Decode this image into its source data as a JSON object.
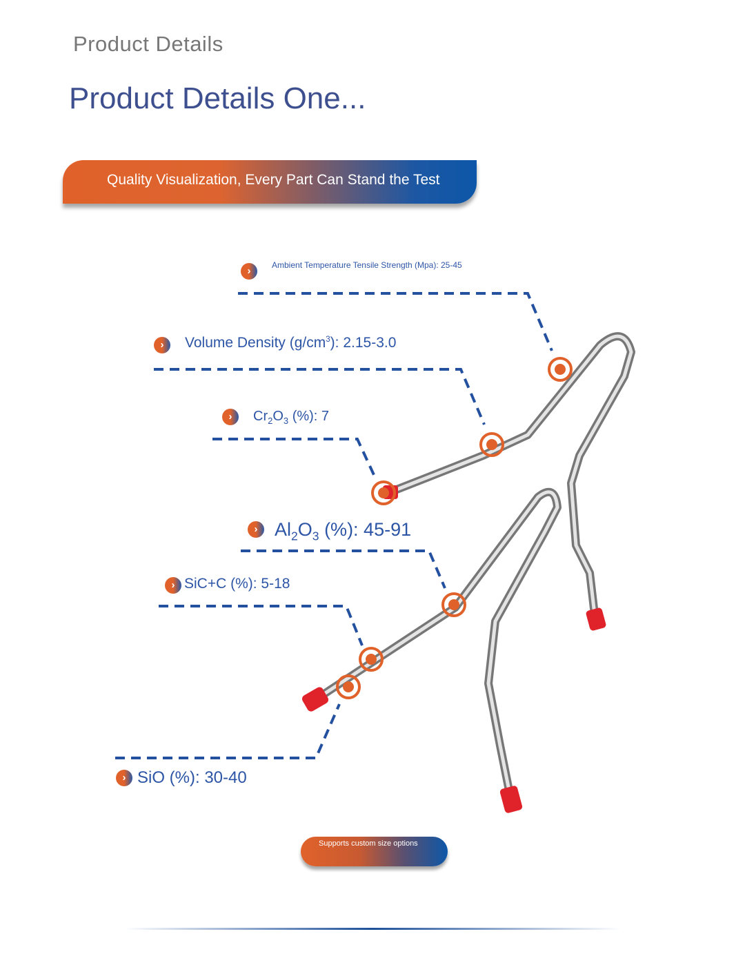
{
  "header": {
    "section_label": "Product Details",
    "title": "Product Details One..."
  },
  "banner": {
    "text": "Quality Visualization, Every Part Can Stand the Test"
  },
  "specs": {
    "tensile": "Ambient Temperature Tensile Strength (Mpa): 25-45",
    "density_prefix": "Volume Density (g/cm",
    "density_sup": "3",
    "density_suffix": "): 2.15-3.0",
    "cr_a": "Cr",
    "cr_sub1": "2",
    "cr_b": "O",
    "cr_sub2": "3",
    "cr_suffix": " (%): 7",
    "al_a": "Al",
    "al_sub1": "2",
    "al_b": "O",
    "al_sub2": "3",
    "al_suffix": " (%): 45-91",
    "sic": "SiC+C (%): 5-18",
    "sio": "SiO (%): 30-40"
  },
  "icons": {
    "bullet": "chevron-right-icon",
    "glyph": "›"
  },
  "pill": {
    "text": "Supports custom size options"
  },
  "colors": {
    "orange": "#e0622a",
    "blue": "#0d57a8",
    "text_blue": "#2d55a6"
  }
}
